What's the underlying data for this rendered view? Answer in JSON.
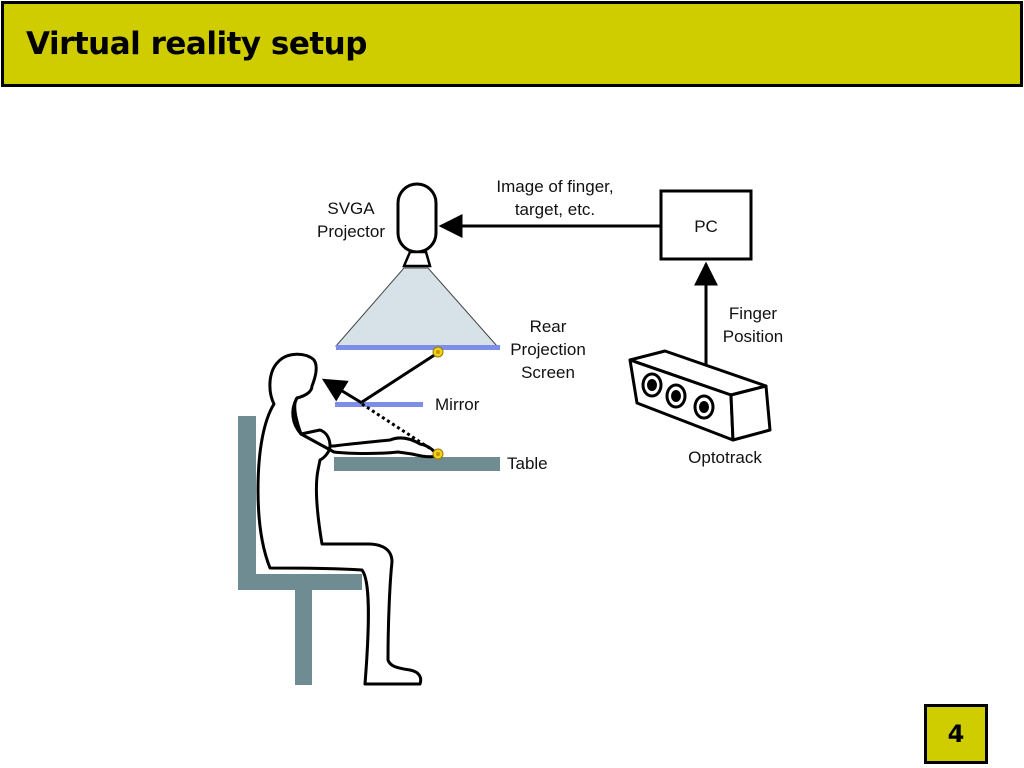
{
  "slide": {
    "title": "Virtual reality setup",
    "page_number": "4"
  },
  "diagram": {
    "projector_label": [
      "SVGA",
      "Projector"
    ],
    "image_label": [
      "Image of finger,",
      "target, etc."
    ],
    "pc_label": "PC",
    "finger_position_label": [
      "Finger",
      "Position"
    ],
    "screen_label": [
      "Rear",
      "Projection",
      "Screen"
    ],
    "mirror_label": "Mirror",
    "table_label": "Table",
    "optotrack_label": "Optotrack"
  },
  "colors": {
    "title_bar": "#cfcc00",
    "furniture": "#6e8c92",
    "screen_mirror": "#7d8ee8",
    "light_cone": "#d7e1e8",
    "target_star": "#f2d21a"
  }
}
